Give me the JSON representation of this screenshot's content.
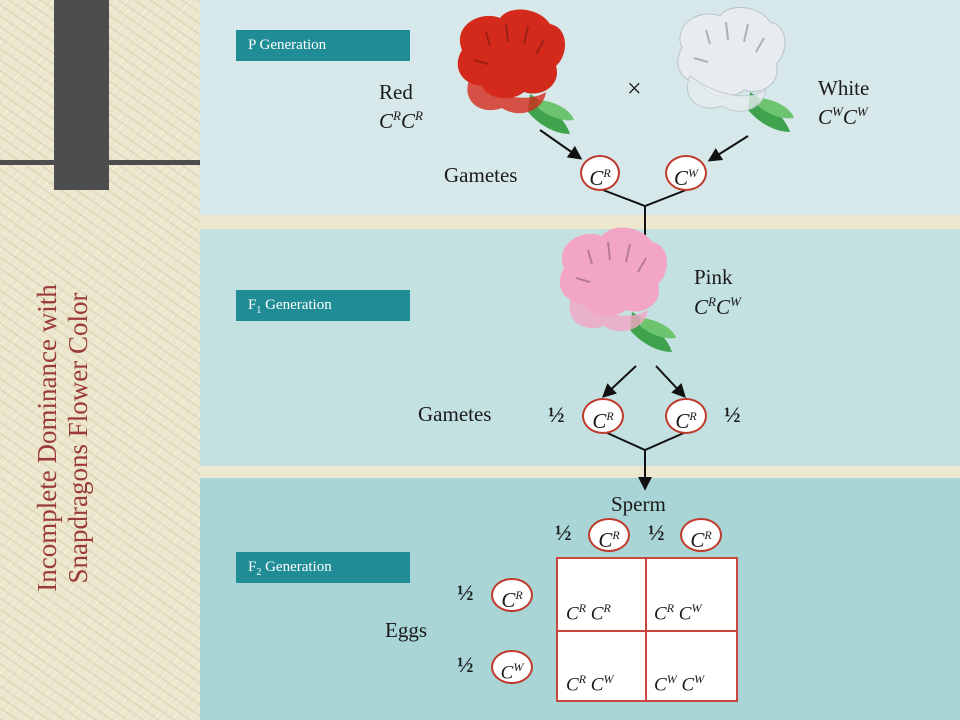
{
  "title": {
    "line1": "Incomplete Dominance with",
    "line2": "Snapdragons Flower Color"
  },
  "generations": {
    "p": {
      "label": "P Generation",
      "sub": ""
    },
    "f1": {
      "label_pre": "F",
      "sub": "1",
      "label_post": " Generation"
    },
    "f2": {
      "label_pre": "F",
      "sub": "2",
      "label_post": " Generation"
    }
  },
  "parents": {
    "red": {
      "name": "Red",
      "genotype": [
        "C",
        "R",
        "C",
        "R"
      ]
    },
    "white": {
      "name": "White",
      "genotype": [
        "C",
        "W",
        "C",
        "W"
      ]
    },
    "cross_symbol": "×"
  },
  "labels": {
    "gametes": "Gametes",
    "sperm": "Sperm",
    "eggs": "Eggs",
    "half": "½"
  },
  "p_gametes": [
    {
      "base": "C",
      "sup": "R"
    },
    {
      "base": "C",
      "sup": "W"
    }
  ],
  "f1": {
    "name": "Pink",
    "genotype": [
      "C",
      "R",
      "C",
      "W"
    ]
  },
  "f1_gametes": [
    {
      "base": "C",
      "sup": "R"
    },
    {
      "base": "C",
      "sup": "R"
    }
  ],
  "sperm": [
    {
      "base": "C",
      "sup": "R"
    },
    {
      "base": "C",
      "sup": "R"
    }
  ],
  "eggs": [
    {
      "base": "C",
      "sup": "R"
    },
    {
      "base": "C",
      "sup": "W"
    }
  ],
  "punnett": [
    [
      "C",
      "R",
      "C",
      "R"
    ],
    [
      "C",
      "R",
      "C",
      "W"
    ],
    [
      "C",
      "R",
      "C",
      "W"
    ],
    [
      "C",
      "W",
      "C",
      "W"
    ]
  ],
  "colors": {
    "red": "#d42a1c",
    "white": "#e6ecf0",
    "pink": "#f2a6c4",
    "stem": "#4caf50",
    "panel_label": "#1f8c96"
  }
}
